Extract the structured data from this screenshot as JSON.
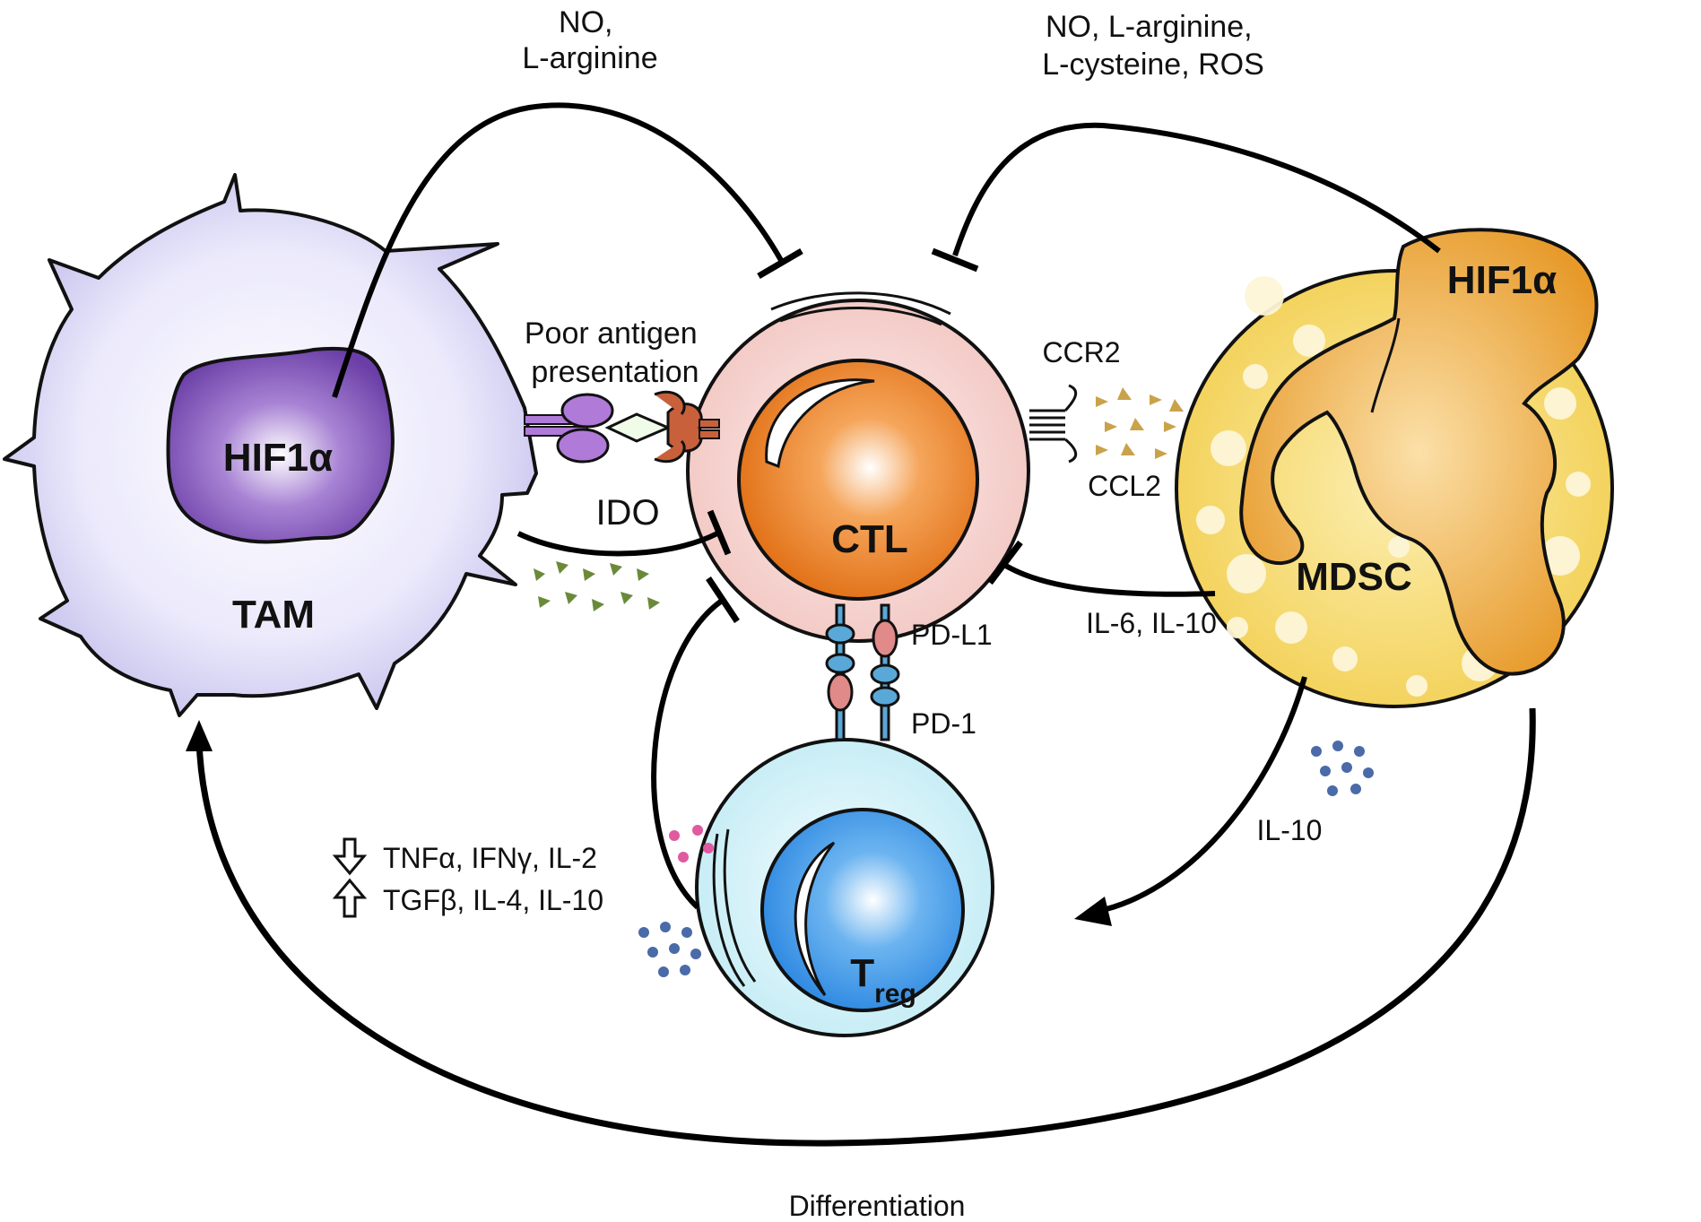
{
  "cells": {
    "tam": {
      "label": "TAM",
      "nucleus_label": "HIF1α"
    },
    "ctl": {
      "label": "CTL"
    },
    "treg": {
      "label": "T",
      "subscript": "reg"
    },
    "mdsc": {
      "label": "MDSC",
      "nucleus_label": "HIF1α"
    }
  },
  "labels": {
    "tam_to_ctl_top": [
      "NO,",
      "L-arginine"
    ],
    "mdsc_to_ctl_top": [
      "NO, L-arginine,",
      "L-cysteine, ROS"
    ],
    "antigen": [
      "Poor antigen",
      "presentation"
    ],
    "ido": "IDO",
    "ccr2": "CCR2",
    "ccl2": "CCL2",
    "il6_il10": "IL-6, IL-10",
    "pdl1": "PD-L1",
    "pd1": "PD-1",
    "down_cytokines": "TNFα, IFNγ, IL-2",
    "up_cytokines": "TGFβ, IL-4, IL-10",
    "il10": "IL-10",
    "differentiation": "Differentiation"
  },
  "colors": {
    "tam_body": "#e6e4fa",
    "tam_nucleus": "#8a5cc0",
    "ctl_outer": "#f6d6d2",
    "ctl_nucleus": "#e8761c",
    "treg_outer": "#d8f4fa",
    "treg_nucleus": "#3a98e6",
    "mdsc_body": "#f5d96a",
    "mdsc_nucleus": "#e8a838",
    "mhc": "#b07ad8",
    "tcr": "#c8603c",
    "pd_blue": "#5aa8d8",
    "pd_pink": "#e08a8a",
    "ccl2_dots": "#c9a24a",
    "tam_dots": "#6a8a3a",
    "blue_dots": "#4a6aa8",
    "pink_dots": "#e05aa0"
  }
}
